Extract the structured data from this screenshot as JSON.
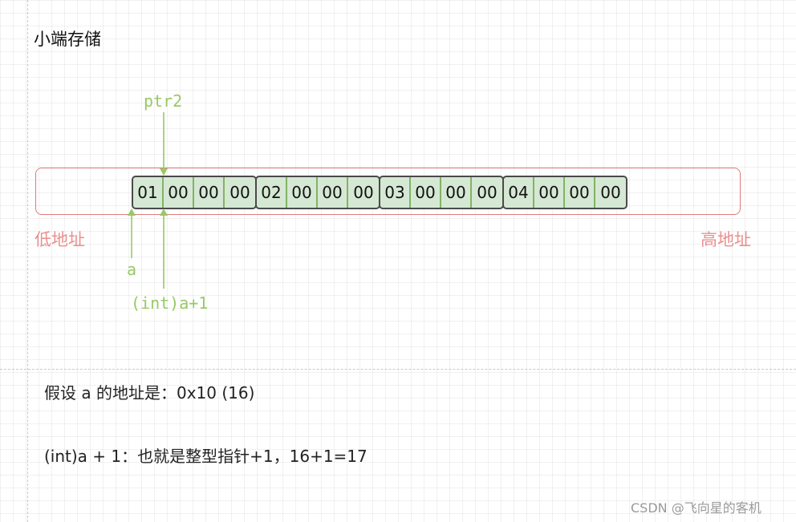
{
  "title": "小端存储",
  "low_address": "低地址",
  "high_address": "高地址",
  "memory_groups": [
    [
      "01",
      "00",
      "00",
      "00"
    ],
    [
      "02",
      "00",
      "00",
      "00"
    ],
    [
      "03",
      "00",
      "00",
      "00"
    ],
    [
      "04",
      "00",
      "00",
      "00"
    ]
  ],
  "labels": {
    "ptr2": "ptr2",
    "a": "a",
    "int_a_plus_1": "(int)a+1"
  },
  "notes": {
    "line1": "假设 a 的地址是：0x10 (16)",
    "line2": "(int)a + 1：也就是整型指针+1，16+1=17"
  },
  "watermark": "CSDN @飞向星的客机",
  "colors": {
    "box_border": "#e07b7b",
    "address_text": "#ea8f8f",
    "cell_fill": "#d5e8d4",
    "cell_divider": "#82b366",
    "group_border": "#4a4a4a",
    "arrow_green": "#97c965"
  }
}
